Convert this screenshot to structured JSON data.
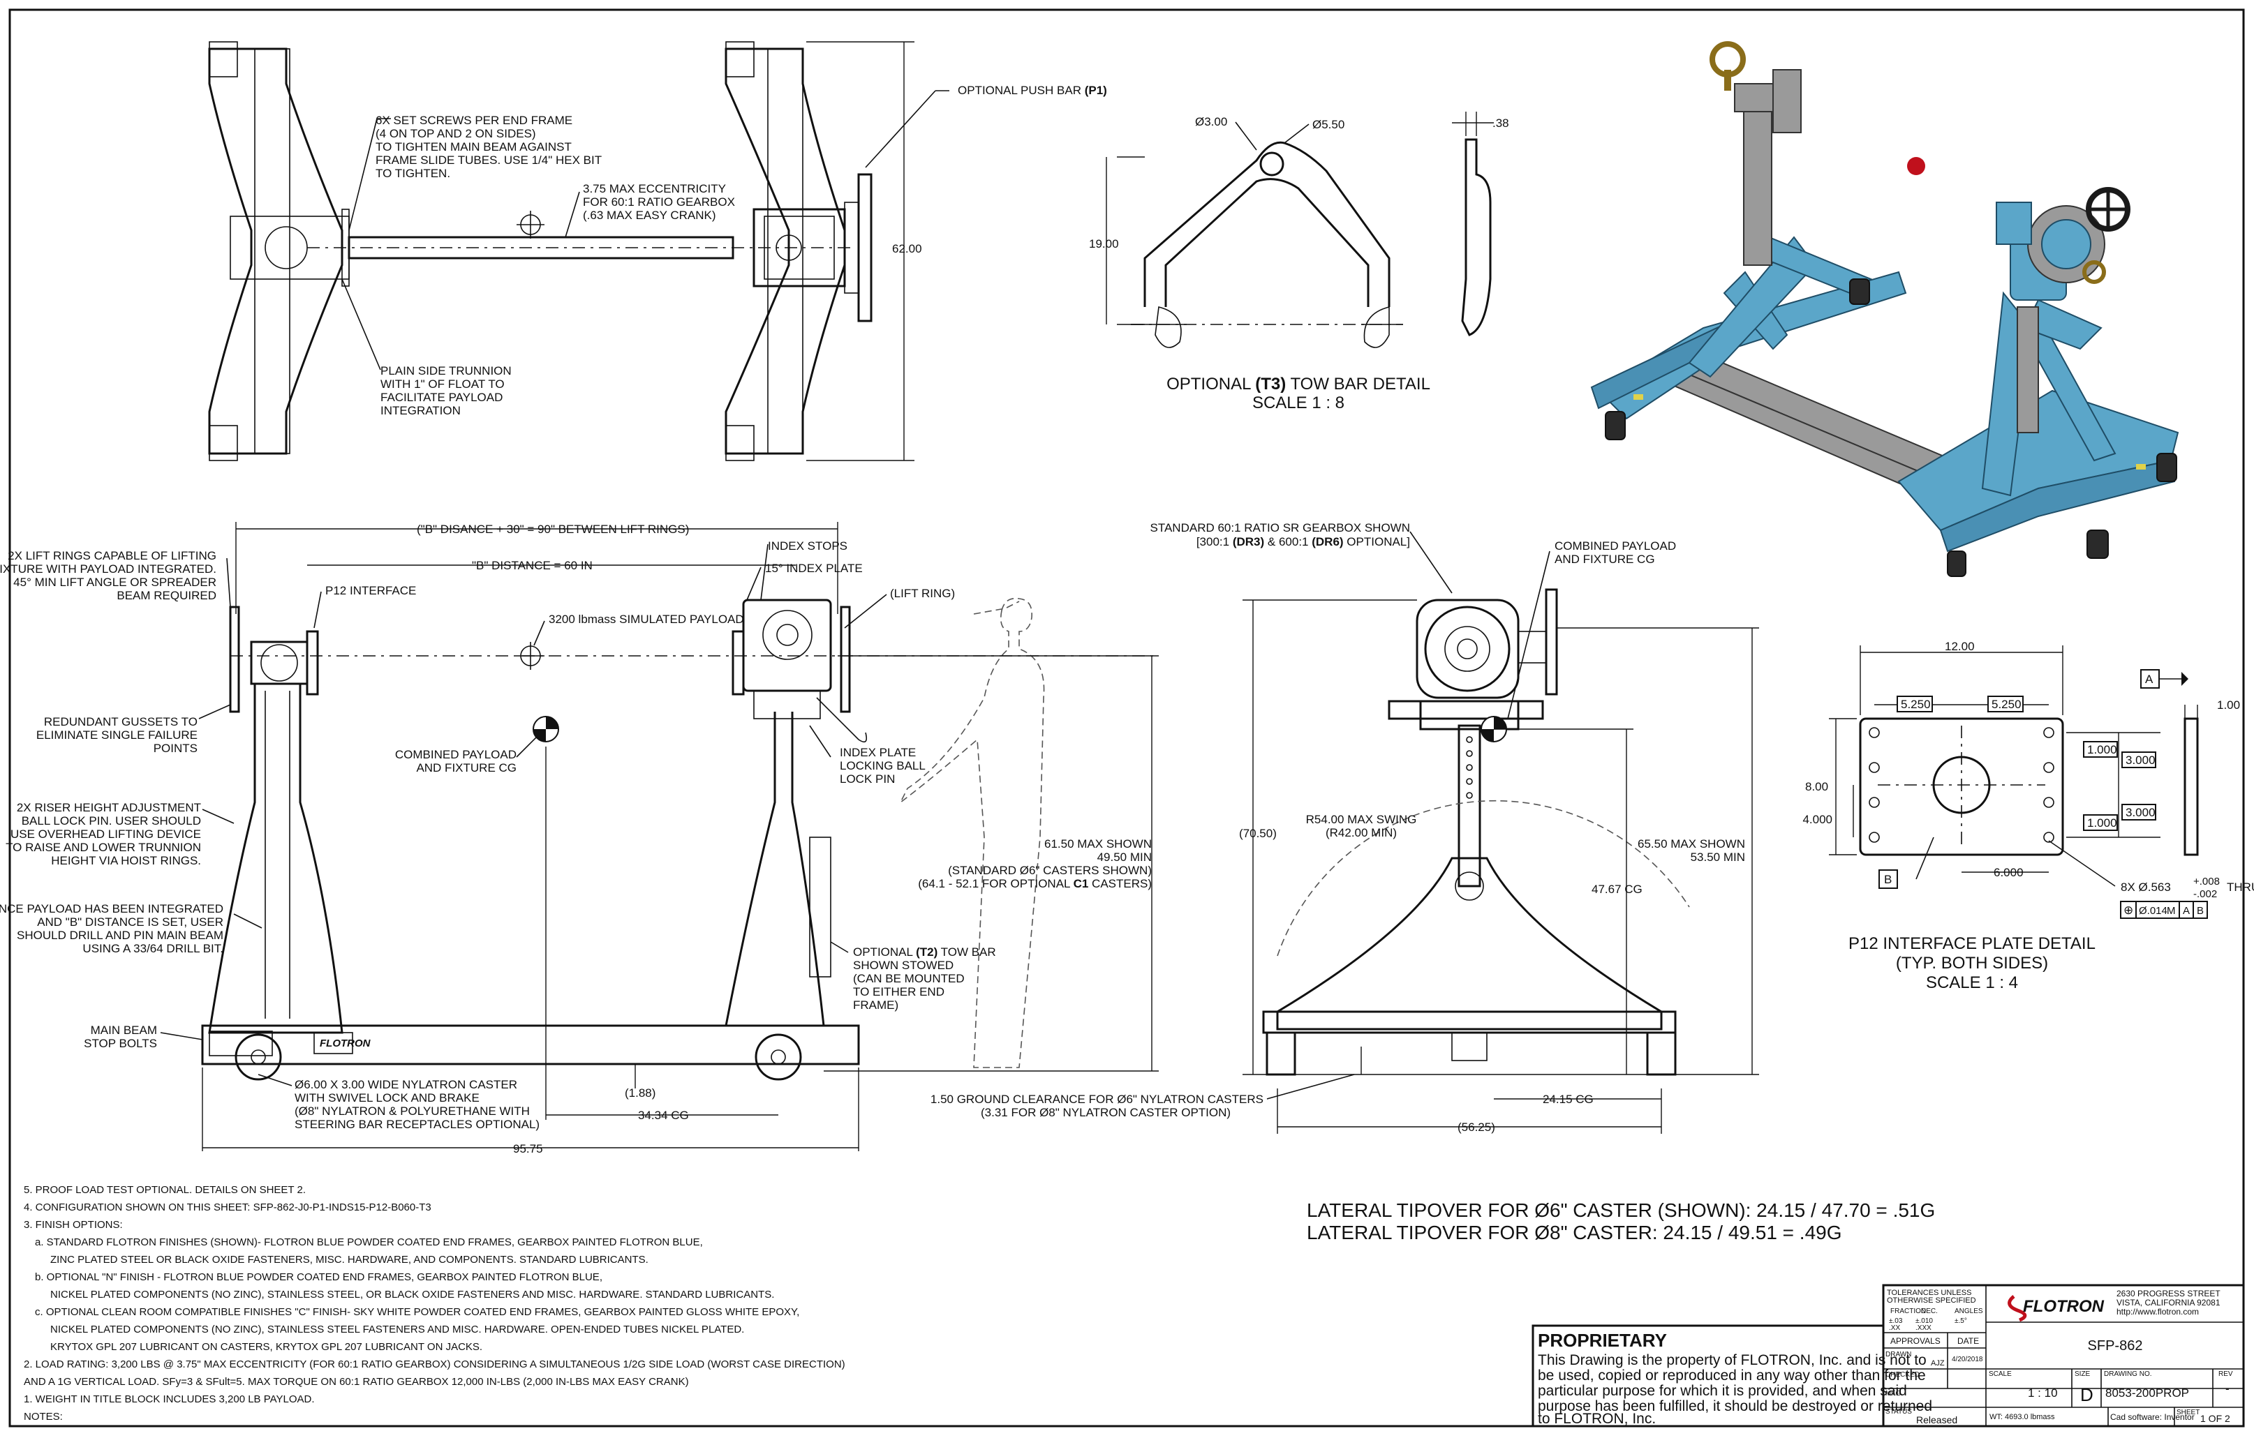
{
  "top_view": {
    "note_setscrews": [
      "6X SET SCREWS PER END FRAME",
      "(4 ON TOP AND 2 ON SIDES)",
      "TO TIGHTEN MAIN BEAM AGAINST",
      "FRAME SLIDE TUBES.  USE 1/4\" HEX BIT",
      "TO TIGHTEN."
    ],
    "note_eccentricity": [
      "3.75 MAX ECCENTRICITY",
      "FOR 60:1 RATIO GEARBOX",
      "(.63 MAX EASY CRANK)"
    ],
    "note_pushbar": "OPTIONAL PUSH BAR",
    "note_pushbar_code": "(P1)",
    "dim_height": "62.00",
    "note_trunnion": [
      "PLAIN SIDE TRUNNION",
      "WITH 1\" OF FLOAT TO",
      "FACILITATE PAYLOAD",
      "INTEGRATION"
    ]
  },
  "towbar": {
    "dia_small": "Ø3.00",
    "dia_large": "Ø5.50",
    "dim_height": "19.00",
    "dim_thk": ".38",
    "title_pre": "OPTIONAL ",
    "title_code": "(T3)",
    "title_post": " TOW BAR DETAIL",
    "scale": "SCALE 1 : 8"
  },
  "side_view": {
    "dim_rings": "(\"B\" DISANCE + 30\" = 90\" BETWEEN LIFT RINGS)",
    "dim_b": "\"B\" DISTANCE = 60 IN",
    "note_liftrings": [
      "2X LIFT RINGS CAPABLE OF LIFTING",
      "FIXTURE WITH PAYLOAD INTEGRATED.",
      "45° MIN LIFT ANGLE OR SPREADER",
      "BEAM REQUIRED"
    ],
    "p12": "P12 INTERFACE",
    "payload": "3200 lbmass SIMULATED PAYLOAD",
    "index_stops": "INDEX STOPS",
    "index_plate": "15° INDEX PLATE",
    "lift_ring": "(LIFT RING)",
    "note_gussets": [
      "REDUNDANT GUSSETS TO",
      "ELIMINATE SINGLE FAILURE",
      "POINTS"
    ],
    "note_cg": [
      "COMBINED PAYLOAD",
      "AND FIXTURE CG"
    ],
    "note_lockpin": [
      "INDEX PLATE",
      "LOCKING BALL",
      "LOCK PIN"
    ],
    "note_riser": [
      "2X RISER HEIGHT ADJUSTMENT",
      "BALL LOCK PIN.  USER SHOULD",
      "USE OVERHEAD LIFTING DEVICE",
      "TO RAISE AND LOWER TRUNNION",
      "HEIGHT VIA HOIST RINGS."
    ],
    "note_drill": [
      "ONCE PAYLOAD HAS BEEN INTEGRATED",
      "AND \"B\" DISTANCE IS SET, USER",
      "SHOULD DRILL AND PIN MAIN BEAM",
      "USING A 33/64 DRILL BIT."
    ],
    "note_height": [
      "61.50 MAX SHOWN",
      "49.50 MIN",
      "(STANDARD Ø6\" CASTERS SHOWN)"
    ],
    "note_height_c1_pre": "(64.1 - 52.1 FOR OPTIONAL ",
    "note_height_c1_code": "C1",
    "note_height_c1_post": " CASTERS)",
    "note_towbar_pre": "OPTIONAL ",
    "note_towbar_code": "(T2)",
    "note_towbar_post": " TOW BAR",
    "note_towbar_rest": [
      "SHOWN STOWED",
      "(CAN BE MOUNTED",
      "TO EITHER END",
      "FRAME)"
    ],
    "note_stopbolts": [
      "MAIN BEAM",
      "STOP BOLTS"
    ],
    "note_caster": [
      "Ø6.00 X 3.00 WIDE NYLATRON CASTER",
      "WITH SWIVEL LOCK AND BRAKE",
      "(Ø8\" NYLATRON & POLYURETHANE WITH",
      "STEERING BAR RECEPTACLES OPTIONAL)"
    ],
    "dim_188": "(1.88)",
    "dim_cg": "34.34 CG",
    "dim_overall": "95.75",
    "logo": "FLOTRON"
  },
  "end_view": {
    "note_gearbox": "STANDARD 60:1 RATIO SR GEARBOX SHOWN",
    "note_gearbox_2_pre": "[300:1 ",
    "note_gearbox_2_code1": "(DR3)",
    "note_gearbox_2_mid": " & 600:1 ",
    "note_gearbox_2_code2": "(DR6)",
    "note_gearbox_2_post": " OPTIONAL]",
    "note_cg": [
      "COMBINED PAYLOAD",
      "AND FIXTURE CG"
    ],
    "dim_7050": "(70.50)",
    "note_swing": [
      "R54.00 MAX SWING",
      "(R42.00 MIN)"
    ],
    "dim_cg_h": "47.67 CG",
    "dim_max": [
      "65.50 MAX SHOWN",
      "53.50 MIN"
    ],
    "note_clearance": [
      "1.50 GROUND CLEARANCE FOR Ø6\" NYLATRON CASTERS",
      "(3.31 FOR Ø8\" NYLATRON CASTER OPTION)"
    ],
    "dim_cg_w": "24.15 CG",
    "dim_width": "(56.25)"
  },
  "plate": {
    "dim_w": "12.00",
    "dim_5250a": "5.250",
    "dim_5250b": "5.250",
    "dim_800": "8.00",
    "dim_4000": "4.000",
    "dim_1000a": "1.000",
    "dim_3000a": "3.000",
    "dim_3000b": "3.000",
    "dim_1000b": "1.000",
    "dim_6000": "6.000",
    "dim_100": "1.00",
    "datum_a": "A",
    "datum_b": "B",
    "hole_note": "8X  Ø.563",
    "tol_plus": "+.008",
    "tol_minus": "-.002",
    "thru": "THRU",
    "fcf": [
      "⊕",
      "Ø.014",
      "M",
      "A",
      "B"
    ],
    "title": "P12 INTERFACE PLATE DETAIL",
    "title2": "(TYP. BOTH SIDES)",
    "scale": "SCALE 1 : 4"
  },
  "tipover": {
    "line1": "LATERAL TIPOVER FOR Ø6\" CASTER (SHOWN): 24.15 / 47.70 = .51G",
    "line2": "LATERAL TIPOVER FOR Ø8\" CASTER: 24.15 / 49.51 = .49G"
  },
  "notes": {
    "header": "NOTES:",
    "lines": [
      "5.  PROOF LOAD TEST OPTIONAL.  DETAILS ON SHEET 2.",
      "4.  CONFIGURATION SHOWN ON THIS SHEET: SFP-862-J0-P1-INDS15-P12-B060-T3",
      "3.  FINISH OPTIONS:",
      "a.  STANDARD FLOTRON FINISHES (SHOWN)- FLOTRON BLUE POWDER COATED END FRAMES, GEARBOX PAINTED FLOTRON BLUE,",
      "ZINC PLATED STEEL OR BLACK OXIDE FASTENERS, MISC. HARDWARE, AND COMPONENTS.  STANDARD LUBRICANTS.",
      "b.  OPTIONAL \"N\" FINISH - FLOTRON BLUE POWDER COATED END FRAMES, GEARBOX PAINTED FLOTRON BLUE,",
      "NICKEL PLATED COMPONENTS (NO ZINC), STAINLESS STEEL, OR BLACK OXIDE FASTENERS AND MISC. HARDWARE.  STANDARD LUBRICANTS.",
      "c.  OPTIONAL CLEAN ROOM COMPATIBLE FINISHES \"C\" FINISH- SKY WHITE POWDER COATED END FRAMES, GEARBOX PAINTED GLOSS WHITE EPOXY,",
      "NICKEL PLATED COMPONENTS (NO ZINC), STAINLESS STEEL FASTENERS AND MISC. HARDWARE.  OPEN-ENDED TUBES NICKEL PLATED.",
      "KRYTOX GPL 207 LUBRICANT ON CASTERS, KRYTOX GPL 207 LUBRICANT ON JACKS.",
      "2.  LOAD RATING: 3,200 LBS @ 3.75\" MAX ECCENTRICITY (FOR 60:1 RATIO GEARBOX) CONSIDERING A SIMULTANEOUS 1/2G SIDE LOAD (WORST CASE DIRECTION)",
      "AND A 1G VERTICAL LOAD.  SFy=3 & SFult=5.  MAX TORQUE ON 60:1 RATIO GEARBOX 12,000 IN-LBS (2,000 IN-LBS MAX EASY CRANK)",
      "1.  WEIGHT IN TITLE BLOCK INCLUDES 3,200 LB PAYLOAD."
    ]
  },
  "proprietary": {
    "title": "PROPRIETARY",
    "text": [
      "This Drawing is the property of FLOTRON, Inc. and is not to",
      "be used, copied or reproduced in any way other than for the",
      "particular purpose for which it is provided, and when said",
      "purpose has been fulfilled, it should be destroyed or returned",
      "to FLOTRON, Inc."
    ]
  },
  "title_block": {
    "tol_1": "TOLERANCES UNLESS",
    "tol_2": "OTHERWISE SPECIFIED",
    "frac": "FRACTION",
    "dec": "DEC.",
    "angles": "ANGLES",
    "tol_a": "±.03",
    "tol_b": "±.010",
    "tol_c": "±.5°",
    "tol_xx": ".XX",
    "tol_xxx": ".XXX",
    "approvals": "APPROVALS",
    "date": "DATE",
    "drawn": "DRAWN",
    "drawn_by": "AJZ",
    "drawn_date": "4/20/2018",
    "checked": "CHECKED",
    "mfg": "MFG",
    "status_lbl": "STATUS",
    "status": "Released",
    "logo": "FLOTRON",
    "address": [
      "2630 PROGRESS STREET",
      "VISTA, CALIFORNIA 92081",
      "http://www.flotron.com"
    ],
    "title": "SFP-862",
    "scale_lbl": "SCALE",
    "scale": "1 : 10",
    "size_lbl": "SIZE",
    "size": "D",
    "dwg_lbl": "DRAWING NO.",
    "dwg": "8053-200PROP",
    "rev_lbl": "REV",
    "rev": "-",
    "weight": "WT: 4693.0 lbmass",
    "cad": "Cad software: Inventor",
    "sheet_lbl": "SHEET",
    "sheet": "1  OF 2"
  },
  "colors": {
    "frame_blue": "#5ba6c9",
    "beam_gray": "#9a9a9a",
    "ink": "#111111",
    "marker_red": "#c0101c"
  }
}
